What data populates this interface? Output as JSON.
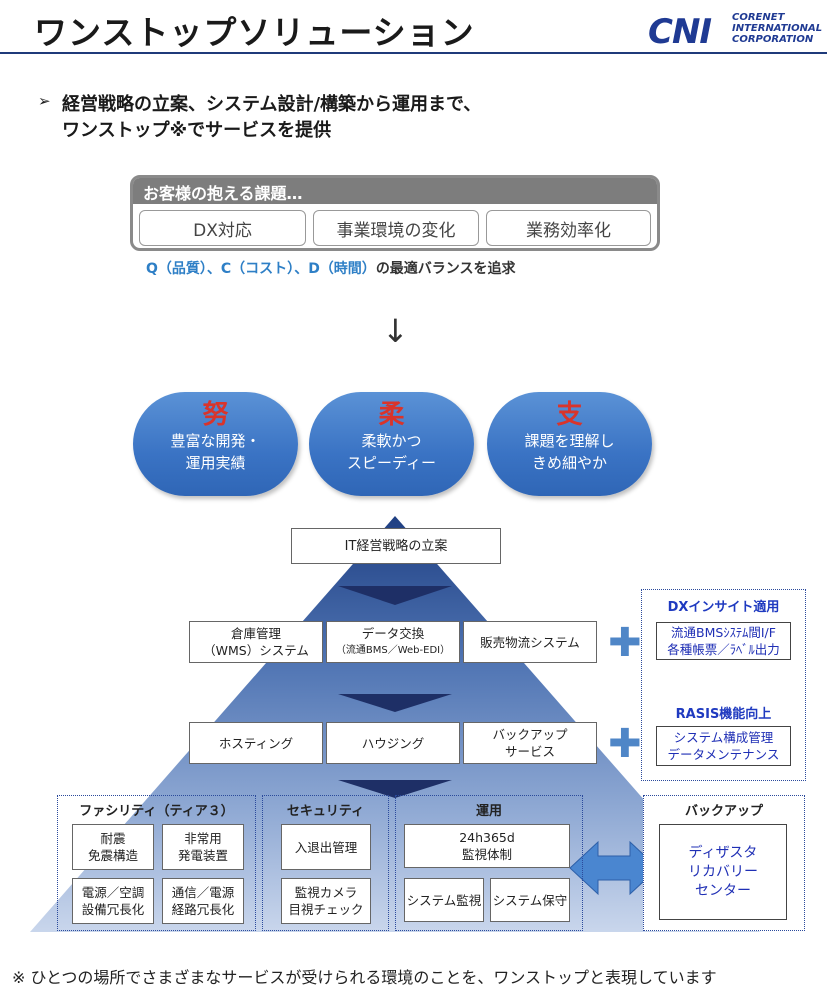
{
  "header": {
    "title": "ワンストップソリューション",
    "logo_mark": "CNI",
    "logo_lines": [
      "CORENET",
      "INTERNATIONAL",
      "CORPORATION"
    ]
  },
  "heading": {
    "bullet": "➢",
    "line1": "経営戦略の立案、システム設計/構築から運用まで、",
    "line2": "ワンストップ※でサービスを提供"
  },
  "issues": {
    "title": "お客様の抱える課題…",
    "items": [
      "DX対応",
      "事業環境の変化",
      "業務効率化"
    ]
  },
  "qcd": {
    "q": "Q（品質）",
    "sep1": "、",
    "c": "C（コスト）",
    "sep2": "、",
    "d": "D（時間）",
    "suffix": "の最適バランスを追求"
  },
  "arrow": "↓",
  "strengths": [
    {
      "kanji": "努",
      "line1": "豊富な開発・",
      "line2": "運用実績"
    },
    {
      "kanji": "柔",
      "line1": "柔軟かつ",
      "line2": "スピーディー"
    },
    {
      "kanji": "支",
      "line1": "課題を理解し",
      "line2": "きめ細やか"
    }
  ],
  "pyramid": {
    "top": "IT経営戦略の立案",
    "row2": {
      "warehouse_line1": "倉庫管理",
      "warehouse_line2": "（WMS）システム",
      "exchange_line1": "データ交換",
      "exchange_line2": "（流通BMS／Web-EDI）",
      "sales": "販売物流システム"
    },
    "row3": {
      "hosting": "ホスティング",
      "housing": "ハウジング",
      "backup_line1": "バックアップ",
      "backup_line2": "サービス"
    },
    "facility": {
      "title": "ファシリティ（ティア３）",
      "items": [
        {
          "line1": "耐震",
          "line2": "免震構造"
        },
        {
          "line1": "非常用",
          "line2": "発電装置"
        },
        {
          "line1": "電源／空調",
          "line2": "設備冗長化"
        },
        {
          "line1": "通信／電源",
          "line2": "経路冗長化"
        }
      ]
    },
    "security": {
      "title": "セキュリティ",
      "items": [
        {
          "line1": "入退出管理",
          "line2": ""
        },
        {
          "line1": "監視カメラ",
          "line2": "目視チェック"
        }
      ]
    },
    "operation": {
      "title": "運用",
      "monitor_line1": "24h365d",
      "monitor_line2": "監視体制",
      "items": [
        "システム監視",
        "システム保守"
      ]
    }
  },
  "side": {
    "dx_title": "DXインサイト適用",
    "dx_line1": "流通BMSｼｽﾃﾑ間I/F",
    "dx_line2": "各種帳票／ﾗﾍﾞﾙ出力",
    "rasis_title": "RASIS機能向上",
    "rasis_line1": "システム構成管理",
    "rasis_line2": "データメンテナンス",
    "backup_title": "バックアップ",
    "backup_line1": "ディザスタ",
    "backup_line2": "リカバリー",
    "backup_line3": "センター"
  },
  "footnote": "※ ひとつの場所でさまざまなサービスが受けられる環境のことを、ワンストップと表現しています",
  "colors": {
    "brand": "#1f3a93",
    "accent_blue": "#2e7fc6",
    "kanji_red": "#d9342b",
    "pyramid_light": "#c5d3ea",
    "pyramid_dark": "#2a4b8c"
  }
}
